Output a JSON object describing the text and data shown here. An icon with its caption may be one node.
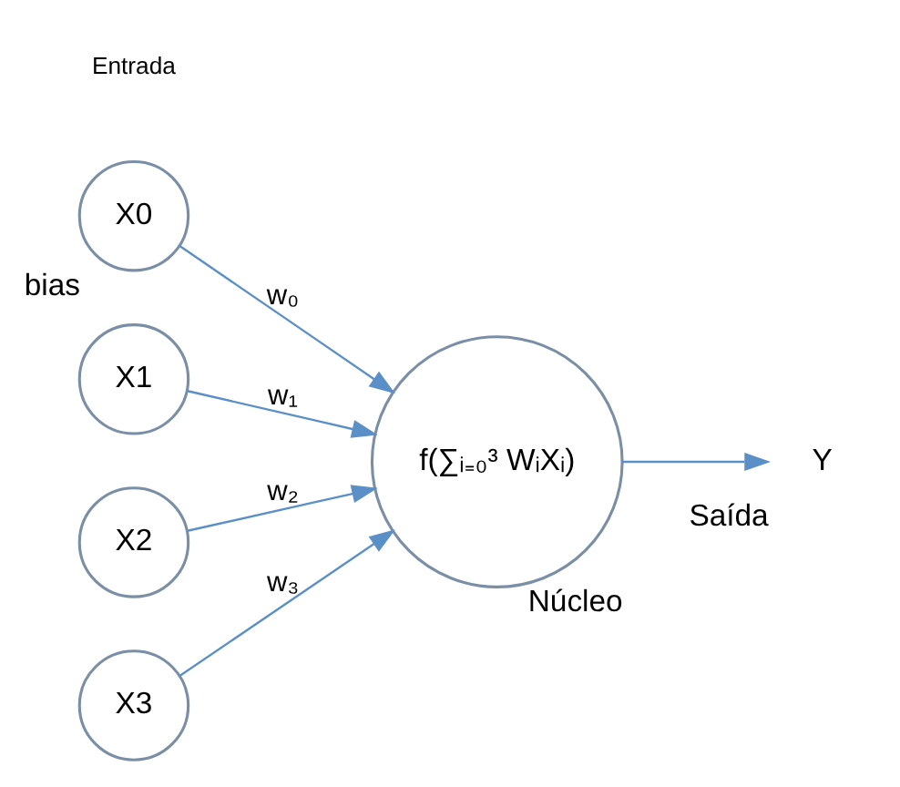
{
  "diagram": {
    "nodes": [
      {
        "text": [
          "X0"
        ],
        "beside": [
          "bias"
        ]
      },
      {
        "text": [
          "X1"
        ]
      },
      {
        "text": [
          "X2"
        ]
      },
      {
        "text": [
          "X3"
        ]
      },
      {
        "text": [
          "f(∑ᵢ₌₀³ WᵢXᵢ)"
        ],
        "beside": [
          "Núcleo"
        ]
      },
      {
        "text": [
          "Y"
        ],
        "beside": [
          "Saída"
        ]
      }
    ],
    "edges": [
      {
        "from": 0,
        "to": 4,
        "arrow": "to",
        "label": "w₀"
      },
      {
        "from": 1,
        "to": 4,
        "arrow": "to",
        "label": "w₁"
      },
      {
        "from": 2,
        "to": 4,
        "arrow": "to",
        "label": "w₂"
      },
      {
        "from": 3,
        "to": 4,
        "arrow": "to",
        "label": "w₃"
      },
      {
        "from": 4,
        "to": 5,
        "arrow": "to"
      }
    ],
    "labels": [
      "Entrada"
    ]
  }
}
